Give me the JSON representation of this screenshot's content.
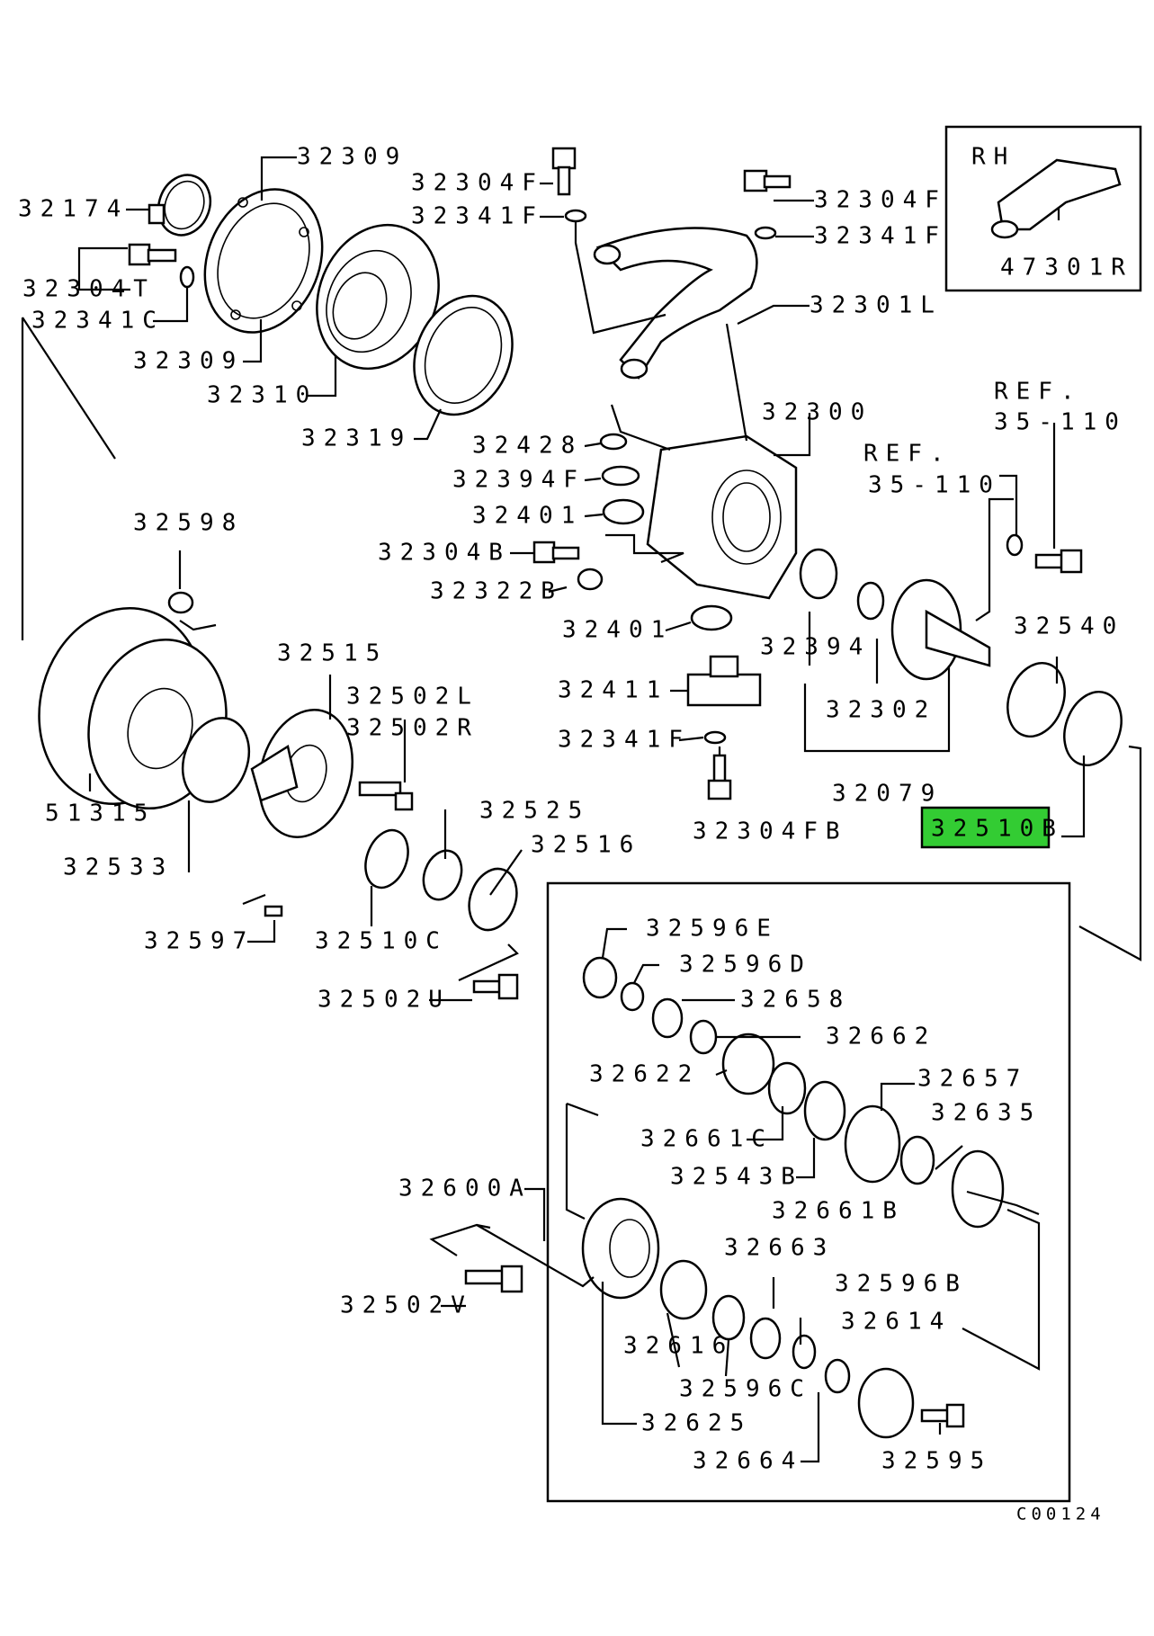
{
  "inset_label": "RH",
  "ref_left": {
    "title": "REF.",
    "number": "35-110"
  },
  "ref_right": {
    "title": "REF.",
    "number": "35-110"
  },
  "highlight_color": "#33cc33",
  "parts": {
    "p32309_top": "32309",
    "p32174": "32174",
    "p32304T": "32304T",
    "p32341C": "32341C",
    "p32309_bot": "32309",
    "p32310": "32310",
    "p32319": "32319",
    "p32304F_l": "32304F",
    "p32341F_l": "32341F",
    "p32304F_r": "32304F",
    "p32341F_r": "32341F",
    "p47301R": "47301R",
    "p32301L": "32301L",
    "p32300": "32300",
    "p32428": "32428",
    "p32394F": "32394F",
    "p32401_a": "32401",
    "p32304B": "32304B",
    "p32322B": "32322B",
    "p32598": "32598",
    "p32401_b": "32401",
    "p32394": "32394",
    "p32540": "32540",
    "p32515": "32515",
    "p32502L": "32502L",
    "p32502R": "32502R",
    "p32411": "32411",
    "p32302": "32302",
    "p32341F_b": "32341F",
    "p51315": "51315",
    "p32525": "32525",
    "p32079": "32079",
    "p32304FB": "32304FB",
    "p32510B": "32510B",
    "p32516": "32516",
    "p32533": "32533",
    "p32597": "32597",
    "p32510C": "32510C",
    "p32502U": "32502U",
    "p32596E": "32596E",
    "p32596D": "32596D",
    "p32658": "32658",
    "p32662": "32662",
    "p32622": "32622",
    "p32657": "32657",
    "p32635": "32635",
    "p32661C": "32661C",
    "p32543B": "32543B",
    "p32600A": "32600A",
    "p32661B": "32661B",
    "p32663": "32663",
    "p32596B": "32596B",
    "p32502V": "32502V",
    "p32614": "32614",
    "p32616": "32616",
    "p32596C": "32596C",
    "p32625": "32625",
    "p32664": "32664",
    "p32595": "32595"
  },
  "diagram_code": "C00124"
}
